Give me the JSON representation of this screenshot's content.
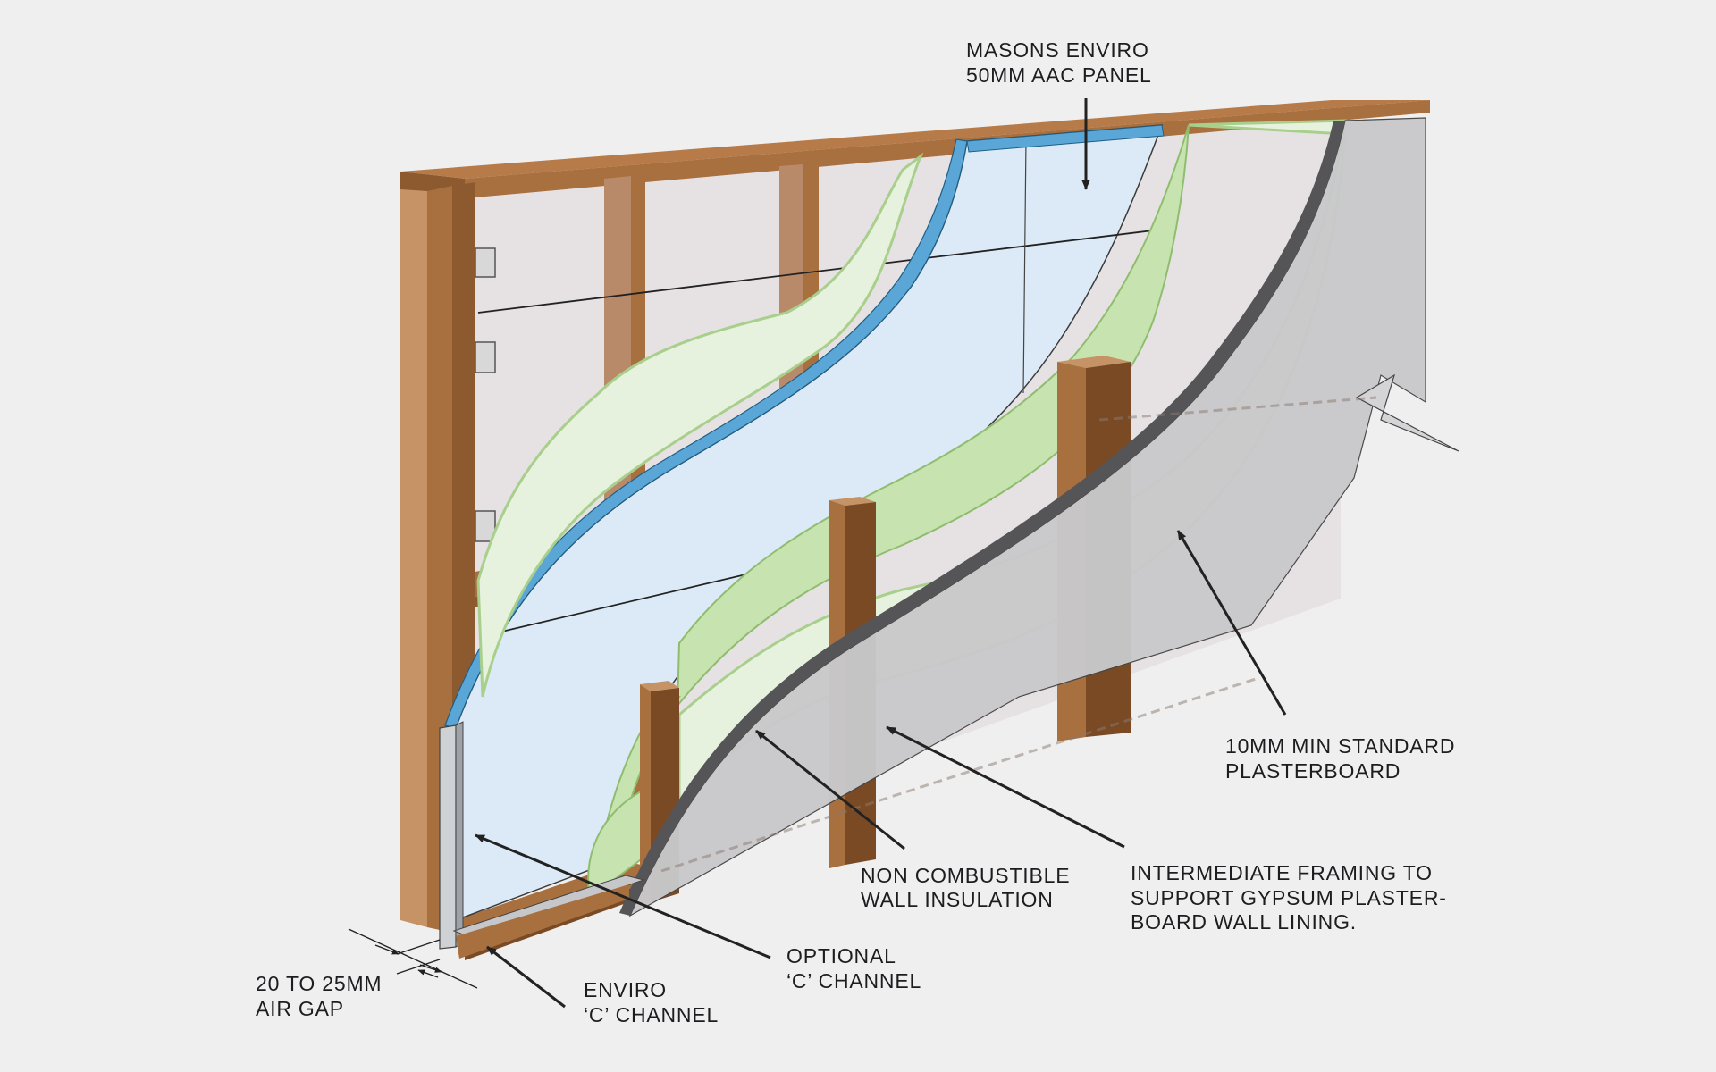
{
  "labels": {
    "aac_panel": [
      "MASONS ENVIRO",
      "50MM AAC PANEL"
    ],
    "plasterboard": [
      "10MM MIN STANDARD",
      "PLASTERBOARD"
    ],
    "intermediate_framing": [
      "INTERMEDIATE FRAMING TO",
      "SUPPORT GYPSUM PLASTER-",
      "BOARD WALL LINING."
    ],
    "insulation": [
      "NON COMBUSTIBLE",
      "WALL INSULATION"
    ],
    "optional_channel": [
      "OPTIONAL",
      "‘C’ CHANNEL"
    ],
    "enviro_channel": [
      "ENVIRO",
      "‘C’ CHANNEL"
    ],
    "air_gap": [
      "20 TO 25MM",
      "AIR GAP"
    ]
  },
  "colors": {
    "background": "#efeff0",
    "timber": "#a86f3f",
    "timber_light": "#c69366",
    "timber_dark": "#7a4a25",
    "aac_panel": "#dbeaf6",
    "aac_edge": "#5aa6d6",
    "insulation": "#e6f1de",
    "insulation_edge": "#a9cf8c",
    "plasterboard": "#c9c9cb",
    "plasterboard_edge": "#555558",
    "arrow": "#222222"
  }
}
